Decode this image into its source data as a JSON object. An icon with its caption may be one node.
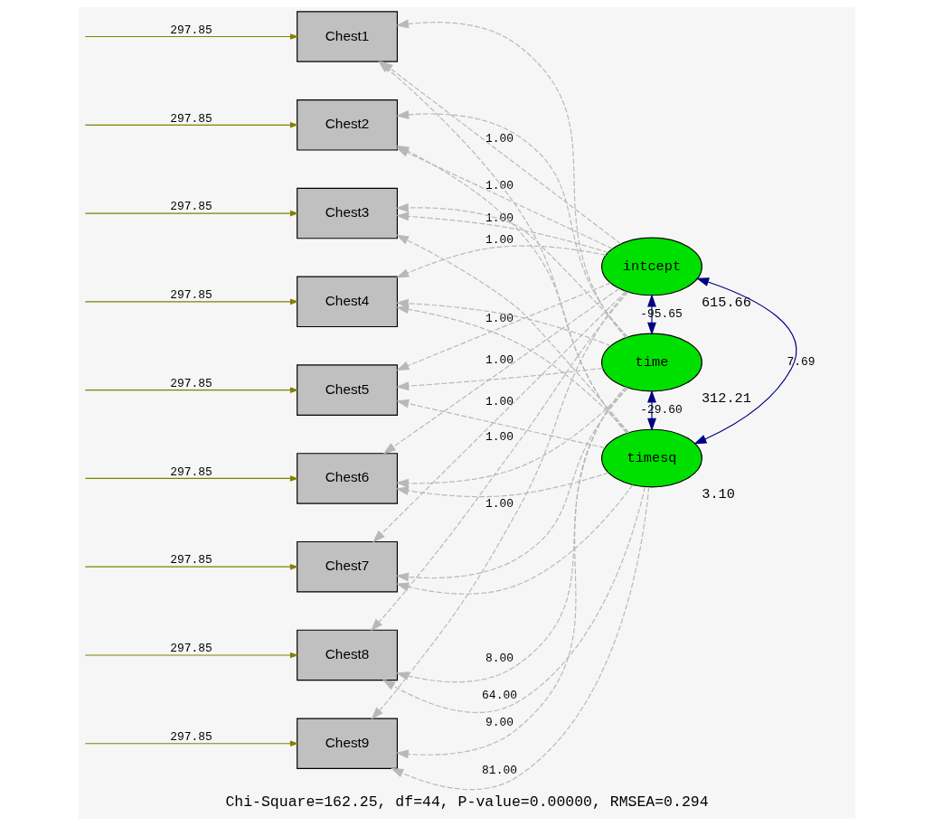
{
  "diagram": {
    "caption": "Chi-Square=162.25, df=44, P-value=0.00000, RMSEA=0.294",
    "nodes": [
      {
        "text": [
          "Chest1"
        ]
      },
      {
        "text": [
          "Chest2"
        ]
      },
      {
        "text": [
          "Chest3"
        ]
      },
      {
        "text": [
          "Chest4"
        ]
      },
      {
        "text": [
          "Chest5"
        ]
      },
      {
        "text": [
          "Chest6"
        ]
      },
      {
        "text": [
          "Chest7"
        ]
      },
      {
        "text": [
          "Chest8"
        ]
      },
      {
        "text": [
          "Chest9"
        ]
      },
      {
        "text": [
          "intcept"
        ],
        "beside": [
          "615.66"
        ]
      },
      {
        "text": [
          "time"
        ],
        "beside": [
          "312.21"
        ]
      },
      {
        "text": [
          "timesq"
        ],
        "beside": [
          "3.10"
        ]
      }
    ],
    "edges": [
      {
        "from": 9,
        "to": 0,
        "arrow": "to",
        "label": "1.00",
        "style": "dashed"
      },
      {
        "from": 9,
        "to": 1,
        "arrow": "to",
        "label": "1.00",
        "style": "dashed"
      },
      {
        "from": 9,
        "to": 2,
        "arrow": "to",
        "label": "1.00",
        "style": "dashed"
      },
      {
        "from": 9,
        "to": 3,
        "arrow": "to",
        "label": "1.00",
        "style": "dashed"
      },
      {
        "from": 9,
        "to": 4,
        "arrow": "to",
        "label": "1.00",
        "style": "dashed"
      },
      {
        "from": 9,
        "to": 5,
        "arrow": "to",
        "label": "1.00",
        "style": "dashed"
      },
      {
        "from": 9,
        "to": 6,
        "arrow": "to",
        "label": "1.00",
        "style": "dashed"
      },
      {
        "from": 9,
        "to": 7,
        "arrow": "to",
        "label": "1.00",
        "style": "dashed"
      },
      {
        "from": 9,
        "to": 8,
        "arrow": "to",
        "label": "1.00",
        "style": "dashed"
      },
      {
        "from": 10,
        "to": 0,
        "arrow": "to",
        "style": "dashed"
      },
      {
        "from": 10,
        "to": 1,
        "arrow": "to",
        "style": "dashed"
      },
      {
        "from": 10,
        "to": 2,
        "arrow": "to",
        "style": "dashed"
      },
      {
        "from": 10,
        "to": 3,
        "arrow": "to",
        "style": "dashed"
      },
      {
        "from": 10,
        "to": 4,
        "arrow": "to",
        "style": "dashed"
      },
      {
        "from": 10,
        "to": 5,
        "arrow": "to",
        "style": "dashed"
      },
      {
        "from": 10,
        "to": 6,
        "arrow": "to",
        "style": "dashed"
      },
      {
        "from": 10,
        "to": 7,
        "arrow": "to",
        "label": "8.00",
        "style": "dashed"
      },
      {
        "from": 10,
        "to": 8,
        "arrow": "to",
        "label": "9.00",
        "style": "dashed"
      },
      {
        "from": 11,
        "to": 0,
        "arrow": "to",
        "style": "dashed"
      },
      {
        "from": 11,
        "to": 1,
        "arrow": "to",
        "style": "dashed"
      },
      {
        "from": 11,
        "to": 2,
        "arrow": "to",
        "style": "dashed"
      },
      {
        "from": 11,
        "to": 3,
        "arrow": "to",
        "style": "dashed"
      },
      {
        "from": 11,
        "to": 4,
        "arrow": "to",
        "style": "dashed"
      },
      {
        "from": 11,
        "to": 5,
        "arrow": "to",
        "style": "dashed"
      },
      {
        "from": 11,
        "to": 6,
        "arrow": "to",
        "style": "dashed"
      },
      {
        "from": 11,
        "to": 7,
        "arrow": "to",
        "label": "64.00",
        "style": "dashed"
      },
      {
        "from": 11,
        "to": 8,
        "arrow": "to",
        "label": "81.00",
        "style": "dashed"
      },
      {
        "from": null,
        "to": 0,
        "arrow": "to",
        "label": "297.85",
        "color": "#808000"
      },
      {
        "from": null,
        "to": 1,
        "arrow": "to",
        "label": "297.85",
        "color": "#808000"
      },
      {
        "from": null,
        "to": 2,
        "arrow": "to",
        "label": "297.85",
        "color": "#808000"
      },
      {
        "from": null,
        "to": 3,
        "arrow": "to",
        "label": "297.85",
        "color": "#808000"
      },
      {
        "from": null,
        "to": 4,
        "arrow": "to",
        "label": "297.85",
        "color": "#808000"
      },
      {
        "from": null,
        "to": 5,
        "arrow": "to",
        "label": "297.85",
        "color": "#808000"
      },
      {
        "from": null,
        "to": 6,
        "arrow": "to",
        "label": "297.85",
        "color": "#808000"
      },
      {
        "from": null,
        "to": 7,
        "arrow": "to",
        "label": "297.85",
        "color": "#808000"
      },
      {
        "from": null,
        "to": 8,
        "arrow": "to",
        "label": "297.85",
        "color": "#808000"
      },
      {
        "from": 9,
        "to": 10,
        "arrow": "both",
        "label": "-95.65",
        "color": "#000080"
      },
      {
        "from": 10,
        "to": 11,
        "arrow": "both",
        "label": "-29.60",
        "color": "#000080"
      },
      {
        "from": 9,
        "to": 11,
        "arrow": "both",
        "label": "7.69",
        "color": "#000080"
      }
    ]
  }
}
